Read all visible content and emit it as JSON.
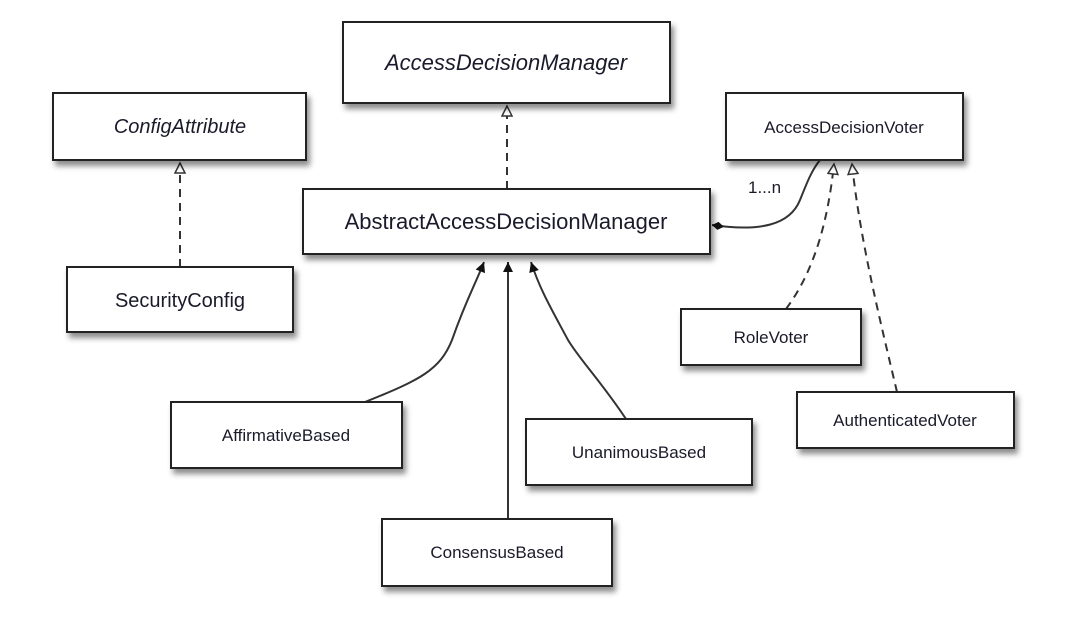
{
  "diagram": {
    "type": "uml-class",
    "classes": {
      "access_decision_manager": "AccessDecisionManager",
      "config_attribute": "ConfigAttribute",
      "access_decision_voter": "AccessDecisionVoter",
      "abstract_access_decision_manager": "AbstractAccessDecisionManager",
      "security_config": "SecurityConfig",
      "role_voter": "RoleVoter",
      "affirmative_based": "AffirmativeBased",
      "unanimous_based": "UnanimousBased",
      "authenticated_voter": "AuthenticatedVoter",
      "consensus_based": "ConsensusBased"
    },
    "multiplicity_label": "1...n"
  }
}
